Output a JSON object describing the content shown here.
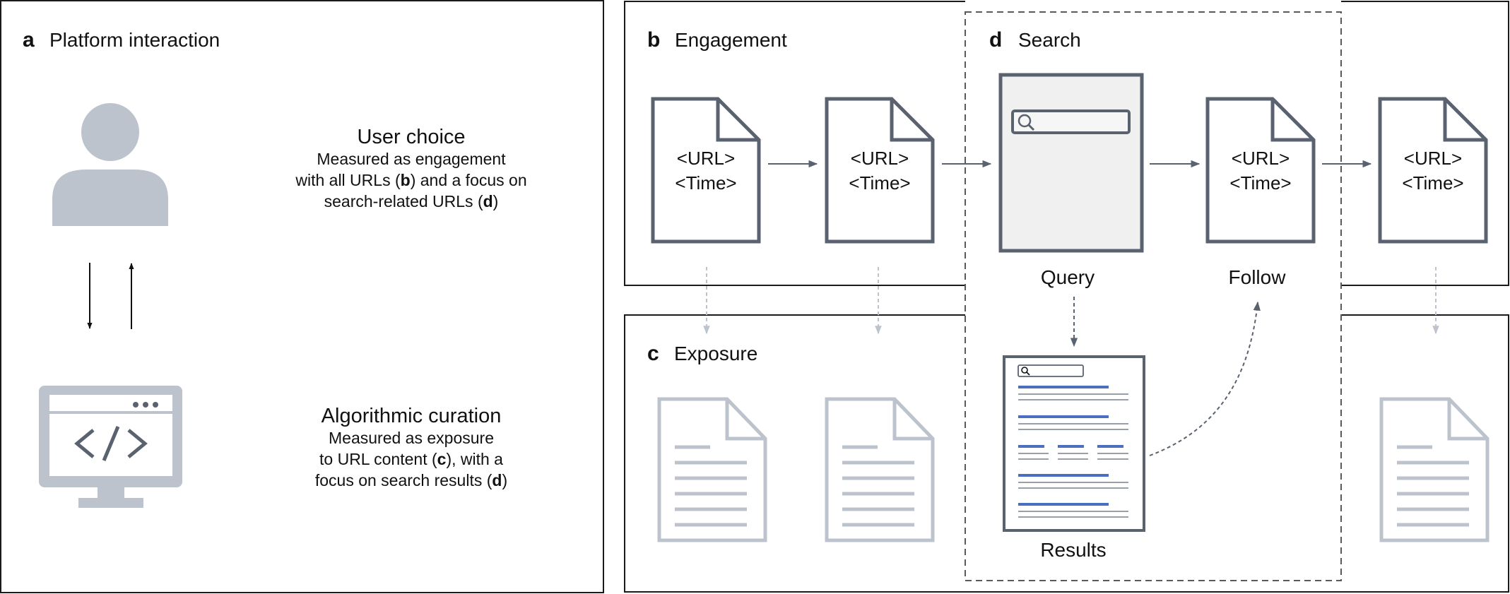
{
  "panel_a": {
    "letter": "a",
    "title": "Platform interaction",
    "user_choice": {
      "heading": "User choice",
      "line1": "Measured as engagement",
      "line2_pre": "with all URLs (",
      "line2_bold": "b",
      "line2_post": ") and a focus on",
      "line3_pre": "search-related URLs (",
      "line3_bold": "d",
      "line3_post": ")"
    },
    "algorithmic_curation": {
      "heading": "Algorithmic curation",
      "line1": "Measured as exposure",
      "line2_pre": "to URL content (",
      "line2_bold": "c",
      "line2_post": "), with a",
      "line3_pre": "focus on search results (",
      "line3_bold": "d",
      "line3_post": ")"
    }
  },
  "panel_b": {
    "letter": "b",
    "title": "Engagement"
  },
  "panel_c": {
    "letter": "c",
    "title": "Exposure"
  },
  "panel_d": {
    "letter": "d",
    "title": "Search"
  },
  "document": {
    "url": "<URL>",
    "time": "<Time>"
  },
  "labels": {
    "query": "Query",
    "follow": "Follow",
    "results": "Results"
  },
  "colors": {
    "dark_stroke": "#5a6270",
    "light_gray": "#bcc3cc",
    "search_fill": "#f0f0f0",
    "result_link_blue": "#4a6fc1",
    "panel_border": "#1a1a1a"
  }
}
